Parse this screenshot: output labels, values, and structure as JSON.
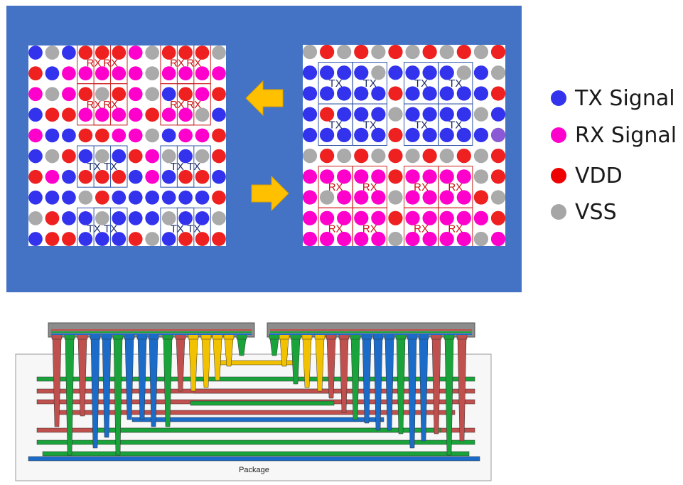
{
  "diagram": {
    "grid_label_tx": "TX",
    "grid_label_rx": "RX",
    "left_die": {
      "pattern": [
        "BGBRRRMGRRRG",
        "RBMMMMMGMMMM",
        "MGMRGRMGBRMR",
        "BRRMMMMRMMGB",
        "MBBRRMMGBMMR",
        "BGRBGBRMGBGR",
        "RMBRRRBMBRRB",
        "BBBGRBBBBBBR",
        "GRBBGBBBGBBG",
        "BRRBBBRGBRRR"
      ],
      "blocks": [
        {
          "type": "RX",
          "row": 0,
          "col": 3
        },
        {
          "type": "RX",
          "row": 0,
          "col": 4
        },
        {
          "type": "RX",
          "row": 0,
          "col": 8
        },
        {
          "type": "RX",
          "row": 0,
          "col": 9
        },
        {
          "type": "RX",
          "row": 2,
          "col": 3
        },
        {
          "type": "RX",
          "row": 2,
          "col": 4
        },
        {
          "type": "RX",
          "row": 2,
          "col": 8
        },
        {
          "type": "RX",
          "row": 2,
          "col": 9
        },
        {
          "type": "TX",
          "row": 5,
          "col": 3
        },
        {
          "type": "TX",
          "row": 5,
          "col": 4
        },
        {
          "type": "TX",
          "row": 5,
          "col": 8
        },
        {
          "type": "TX",
          "row": 5,
          "col": 9
        },
        {
          "type": "TX",
          "row": 8,
          "col": 3
        },
        {
          "type": "TX",
          "row": 8,
          "col": 4
        },
        {
          "type": "TX",
          "row": 8,
          "col": 8
        },
        {
          "type": "TX",
          "row": 8,
          "col": 9
        }
      ]
    },
    "right_die": {
      "pattern": [
        "GRGRGRGRGRGR",
        "BBBBGBBBBGBG",
        "BBBBBRBBBBBR",
        "BRBBBGBBBBGB",
        "BBBBBRBBBBBP",
        "GRGRGRGRGRGR",
        "MMMMMRMMMMGR",
        "MGMMMGMMMMRG",
        "MMMMMRMMMMMR",
        "MMMMMGMMMMGM"
      ],
      "blocks": [
        {
          "type": "TX",
          "row": 1,
          "col": 1
        },
        {
          "type": "TX",
          "row": 1,
          "col": 3
        },
        {
          "type": "TX",
          "row": 1,
          "col": 6
        },
        {
          "type": "TX",
          "row": 1,
          "col": 8
        },
        {
          "type": "TX",
          "row": 3,
          "col": 1
        },
        {
          "type": "TX",
          "row": 3,
          "col": 3
        },
        {
          "type": "TX",
          "row": 3,
          "col": 6
        },
        {
          "type": "TX",
          "row": 3,
          "col": 8
        },
        {
          "type": "RX",
          "row": 6,
          "col": 1
        },
        {
          "type": "RX",
          "row": 6,
          "col": 3
        },
        {
          "type": "RX",
          "row": 6,
          "col": 6
        },
        {
          "type": "RX",
          "row": 6,
          "col": 8
        },
        {
          "type": "RX",
          "row": 8,
          "col": 1
        },
        {
          "type": "RX",
          "row": 8,
          "col": 3
        },
        {
          "type": "RX",
          "row": 8,
          "col": 6
        },
        {
          "type": "RX",
          "row": 8,
          "col": 8
        }
      ]
    },
    "colors": {
      "panel_bg": "#4472c4",
      "tx": "#3333ee",
      "rx": "#ff00cc",
      "vdd": "#ee2020",
      "vss": "#aaaaaa",
      "purple": "#8a5ad6",
      "arrow": "#ffc000",
      "trace_red": "#c0504d",
      "trace_green": "#1aa33a",
      "trace_blue": "#1b6cc8",
      "trace_yellow": "#f2c200"
    }
  },
  "legend": [
    {
      "label": "TX Signal",
      "color": "#3333ee"
    },
    {
      "label": "RX Signal",
      "color": "#ff00cc"
    },
    {
      "label": "VDD",
      "color": "#ee0000"
    },
    {
      "label": "VSS",
      "color": "#a6a6a6"
    }
  ],
  "package": {
    "label": "Package"
  }
}
